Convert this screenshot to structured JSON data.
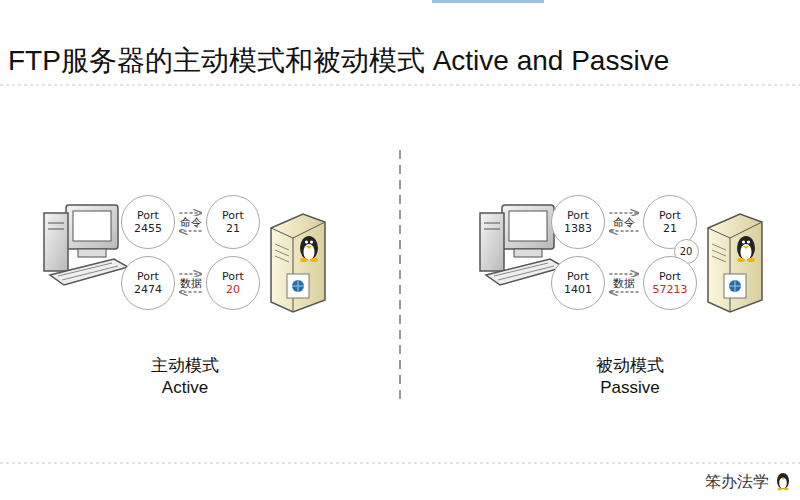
{
  "diagram": {
    "title": "FTP服务器的主动模式和被动模式   Active and Passive",
    "nodes": [
      {
        "text": [
          "Port",
          "2455"
        ]
      },
      {
        "text": [
          "Port",
          "21"
        ]
      },
      {
        "text": [
          "Port",
          "2474"
        ]
      },
      {
        "text": [
          "Port",
          "20"
        ]
      },
      {
        "text": [
          "Port",
          "1383"
        ]
      },
      {
        "text": [
          "Port",
          "21"
        ]
      },
      {
        "text": [
          "20"
        ]
      },
      {
        "text": [
          "Port",
          "1401"
        ]
      },
      {
        "text": [
          "Port",
          "57213"
        ]
      }
    ],
    "edges": [
      {
        "from": 0,
        "to": 1,
        "arrow": "to",
        "label": "命令"
      },
      {
        "from": 1,
        "to": 0,
        "arrow": "to"
      },
      {
        "from": 2,
        "to": 3,
        "arrow": "to",
        "label": "数据"
      },
      {
        "from": 3,
        "to": 2,
        "arrow": "to"
      },
      {
        "from": 4,
        "to": 5,
        "arrow": "to",
        "label": "命令"
      },
      {
        "from": 5,
        "to": 4,
        "arrow": "to"
      },
      {
        "from": 7,
        "to": 8,
        "arrow": "to",
        "label": "数据"
      },
      {
        "from": 8,
        "to": 7,
        "arrow": "to"
      }
    ],
    "labels": [
      "主动模式",
      "Active",
      "被动模式",
      "Passive",
      "笨办法学"
    ]
  }
}
